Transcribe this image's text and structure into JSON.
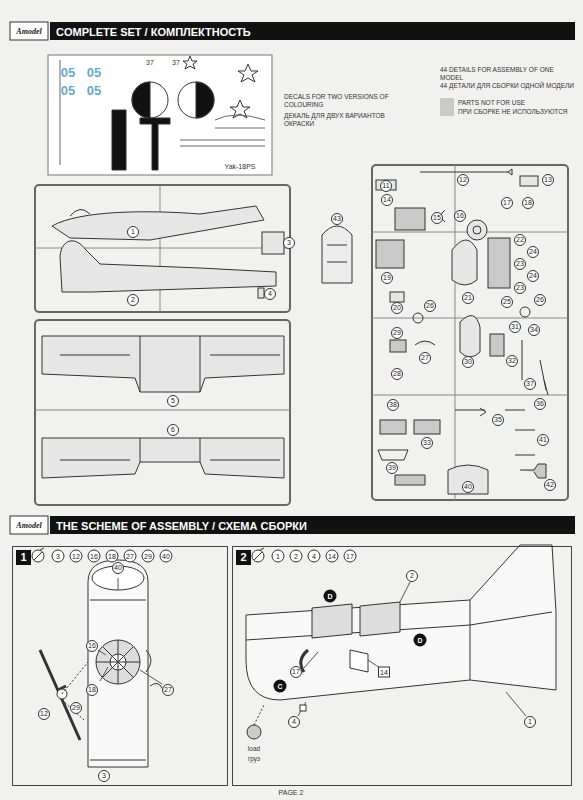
{
  "diagram": {
    "nodes": [
      {
        "text": [
          "COMPLETE SET / КОМПЛЕКТНОСТЬ"
        ]
      },
      {
        "text": [
          "THE SCHEME OF ASSEMBLY / СХЕМА СБОРКИ"
        ]
      },
      {
        "text": [
          "1"
        ]
      },
      {
        "text": [
          "2"
        ]
      }
    ],
    "labels": [
      "Amodel",
      "05",
      "05",
      "05",
      "05",
      "37",
      "37",
      "Yak-18PS",
      "DECALS FOR TWO VERSIONS OF COLOURING",
      "ДЕКАЛЬ ДЛЯ ДВУХ ВАРИАНТОВ ОКРАСКИ",
      "44 DETAILS FOR ASSEMBLY OF ONE MODEL",
      "44 ДЕТАЛИ ДЛЯ СБОРКИ ОДНОЙ МОДЕЛИ",
      "1",
      "2",
      "3",
      "4",
      "43",
      "5",
      "6",
      "11",
      "12",
      "13",
      "14",
      "15",
      "16",
      "17",
      "18",
      "19",
      "22",
      "24",
      "23",
      "24",
      "23",
      "20",
      "26",
      "21",
      "25",
      "26",
      "29",
      "27",
      "28",
      "30",
      "31",
      "32",
      "34",
      "33",
      "38",
      "35",
      "36",
      "37",
      "39",
      "41",
      "42",
      "40",
      "Amodel",
      "3",
      "12",
      "16",
      "18",
      "27",
      "29",
      "40",
      "1",
      "2",
      "4",
      "14",
      "17",
      "40",
      "16",
      "18",
      "29",
      "27",
      "12",
      "3",
      "2",
      "17",
      "14",
      "1",
      "4",
      "D",
      "D",
      "C",
      "load",
      "груз",
      "PAGE 2"
    ],
    "legend": [
      {
        "text": "PARTS NOT FOR USE",
        "color": "#c9c9c9"
      },
      {
        "text": "ПРИ СБОРКЕ НЕ ИСПОЛЬЗУЮТСЯ",
        "color": "#c9c9c9"
      }
    ]
  }
}
